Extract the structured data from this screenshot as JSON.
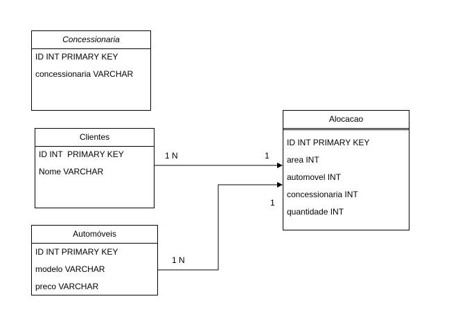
{
  "entities": {
    "concessionaria": {
      "title": "Concessionaria",
      "fields": [
        "ID INT PRIMARY KEY",
        "concessionaria VARCHAR"
      ]
    },
    "clientes": {
      "title": "Clientes",
      "fields": [
        "ID INT  PRIMARY KEY",
        "Nome VARCHAR"
      ]
    },
    "automoveis": {
      "title": "Automóveis",
      "fields": [
        "ID INT PRIMARY KEY",
        "modelo VARCHAR",
        "preco VARCHAR"
      ]
    },
    "alocacao": {
      "title": "Alocacao",
      "fields": [
        "ID INT PRIMARY KEY",
        "area INT",
        "automovel INT",
        "concessionaria INT",
        "quantidade INT"
      ]
    }
  },
  "relationships": {
    "clientes_alocacao": {
      "source_cardinality": "1 N",
      "target_cardinality": "1"
    },
    "automoveis_alocacao": {
      "source_cardinality": "1 N",
      "target_cardinality": "1"
    }
  }
}
